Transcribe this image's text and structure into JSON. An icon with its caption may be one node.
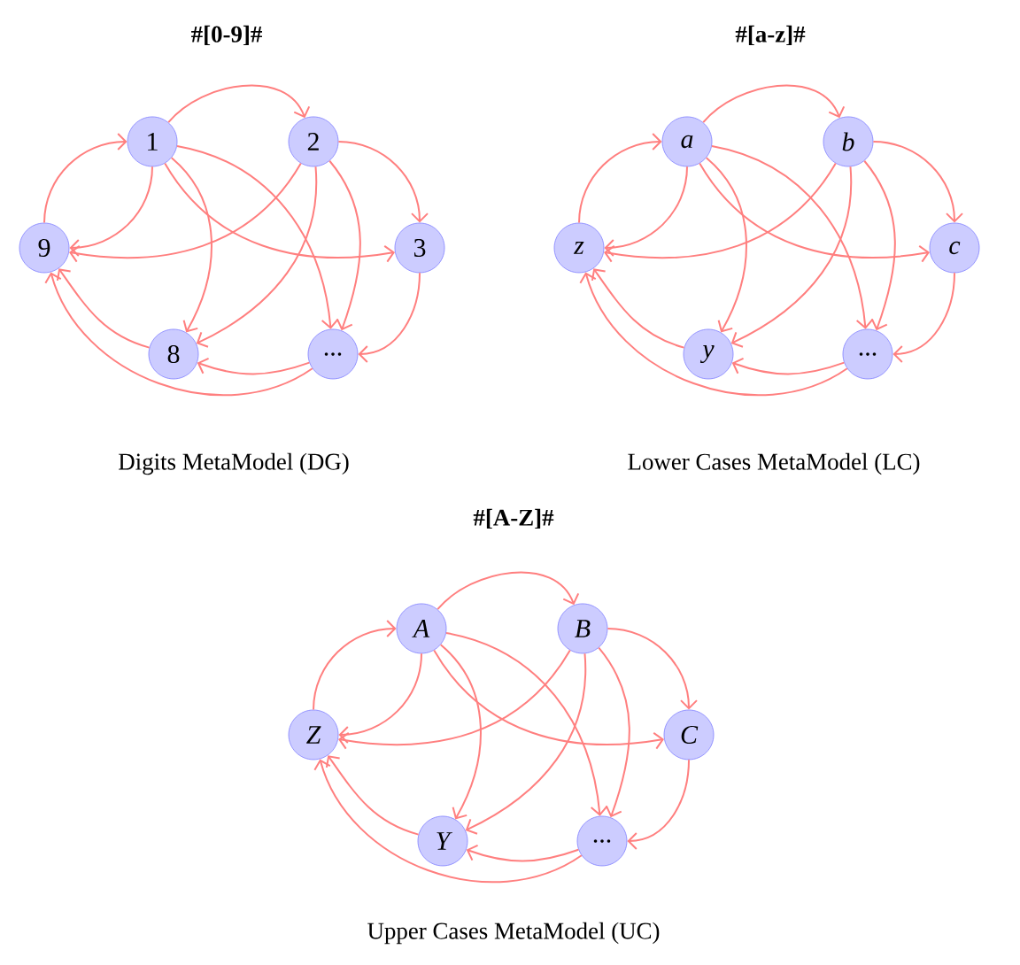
{
  "diagram": {
    "nodes": [
      {
        "text": [
          "1"
        ]
      },
      {
        "text": [
          "2"
        ]
      },
      {
        "text": [
          "9"
        ]
      },
      {
        "text": [
          "3"
        ]
      },
      {
        "text": [
          "8"
        ]
      },
      {
        "text": [
          "..."
        ]
      },
      {
        "text": [
          "a"
        ]
      },
      {
        "text": [
          "b"
        ]
      },
      {
        "text": [
          "z"
        ]
      },
      {
        "text": [
          "c"
        ]
      },
      {
        "text": [
          "y"
        ]
      },
      {
        "text": [
          "..."
        ]
      },
      {
        "text": [
          "A"
        ]
      },
      {
        "text": [
          "B"
        ]
      },
      {
        "text": [
          "Z"
        ]
      },
      {
        "text": [
          "C"
        ]
      },
      {
        "text": [
          "Y"
        ]
      },
      {
        "text": [
          "..."
        ]
      }
    ],
    "edges": [
      {
        "from": 0,
        "to": 1,
        "arrow": "to"
      },
      {
        "from": 0,
        "to": 2,
        "arrow": "to"
      },
      {
        "from": 0,
        "to": 3,
        "arrow": "to"
      },
      {
        "from": 0,
        "to": 4,
        "arrow": "to"
      },
      {
        "from": 0,
        "to": 5,
        "arrow": "to"
      },
      {
        "from": 1,
        "to": 3,
        "arrow": "to"
      },
      {
        "from": 1,
        "to": 2,
        "arrow": "to"
      },
      {
        "from": 1,
        "to": 4,
        "arrow": "to"
      },
      {
        "from": 1,
        "to": 5,
        "arrow": "to"
      },
      {
        "from": 3,
        "to": 5,
        "arrow": "to"
      },
      {
        "from": 5,
        "to": 4,
        "arrow": "to"
      },
      {
        "from": 5,
        "to": 2,
        "arrow": "to"
      },
      {
        "from": 4,
        "to": 2,
        "arrow": "to"
      },
      {
        "from": 2,
        "to": 0,
        "arrow": "to"
      },
      {
        "from": 6,
        "to": 7,
        "arrow": "to"
      },
      {
        "from": 6,
        "to": 8,
        "arrow": "to"
      },
      {
        "from": 6,
        "to": 9,
        "arrow": "to"
      },
      {
        "from": 6,
        "to": 10,
        "arrow": "to"
      },
      {
        "from": 6,
        "to": 11,
        "arrow": "to"
      },
      {
        "from": 7,
        "to": 9,
        "arrow": "to"
      },
      {
        "from": 7,
        "to": 8,
        "arrow": "to"
      },
      {
        "from": 7,
        "to": 10,
        "arrow": "to"
      },
      {
        "from": 7,
        "to": 11,
        "arrow": "to"
      },
      {
        "from": 9,
        "to": 11,
        "arrow": "to"
      },
      {
        "from": 11,
        "to": 10,
        "arrow": "to"
      },
      {
        "from": 11,
        "to": 8,
        "arrow": "to"
      },
      {
        "from": 10,
        "to": 8,
        "arrow": "to"
      },
      {
        "from": 8,
        "to": 6,
        "arrow": "to"
      },
      {
        "from": 12,
        "to": 13,
        "arrow": "to"
      },
      {
        "from": 12,
        "to": 14,
        "arrow": "to"
      },
      {
        "from": 12,
        "to": 15,
        "arrow": "to"
      },
      {
        "from": 12,
        "to": 16,
        "arrow": "to"
      },
      {
        "from": 12,
        "to": 17,
        "arrow": "to"
      },
      {
        "from": 13,
        "to": 15,
        "arrow": "to"
      },
      {
        "from": 13,
        "to": 14,
        "arrow": "to"
      },
      {
        "from": 13,
        "to": 16,
        "arrow": "to"
      },
      {
        "from": 13,
        "to": 17,
        "arrow": "to"
      },
      {
        "from": 15,
        "to": 17,
        "arrow": "to"
      },
      {
        "from": 17,
        "to": 16,
        "arrow": "to"
      },
      {
        "from": 17,
        "to": 14,
        "arrow": "to"
      },
      {
        "from": 16,
        "to": 14,
        "arrow": "to"
      },
      {
        "from": 14,
        "to": 12,
        "arrow": "to"
      }
    ],
    "labels": [
      "#[0-9]#",
      "#[a-z]#",
      "Digits MetaModel (DG)",
      "Lower Cases MetaModel (LC)",
      "#[A-Z]#",
      "Upper Cases MetaModel (UC)"
    ]
  }
}
